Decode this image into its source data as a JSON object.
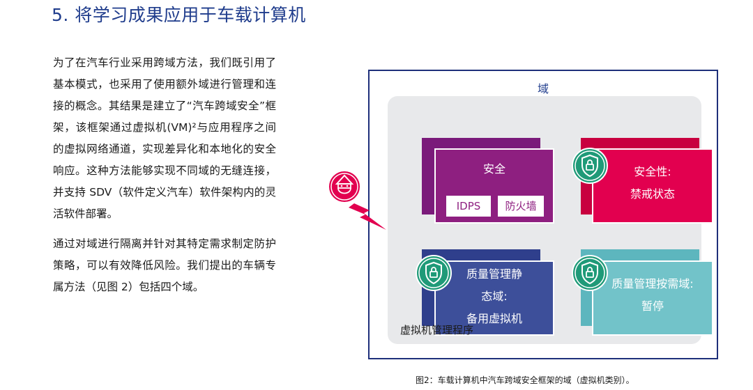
{
  "title": "5. 将学习成果应用于车载计算机",
  "paragraphs": [
    "为了在汽车行业采用跨域方法，我们既引用了基本模式，也采用了使用额外域进行管理和连接的概念。其结果是建立了“汽车跨域安全”框架，该框架通过虚拟机(VM)²与应用程序之间的虚拟网络通道，实现差异化和本地化的安全响应。这种方法能够实现不同域的无缝连接，并支持 SDV（软件定义汽车）软件架构内的灵活软件部署。",
    "通过对域进行隔离并针对其特定需求制定防护策略，可以有效降低风险。我们提出的车辆专属方法（见图 2）包括四个域。"
  ],
  "diagram": {
    "outer_label": "域",
    "hypervisor_label": "虚拟机管理程序",
    "security": {
      "label": "安全",
      "chips": [
        "IDPS",
        "防火墙"
      ]
    },
    "safety": {
      "line1": "安全性:",
      "line2": "禁戒状态"
    },
    "qm_static": {
      "line1": "质量管理静",
      "line2": "态域:",
      "line3": "备用虚拟机"
    },
    "qm_ondemand": {
      "line1": "质量管理按需域:",
      "line2": "暂停"
    },
    "icons": [
      "shield-lock-icon",
      "hacker-attack-icon"
    ],
    "colors": {
      "frame": "#1e2f7a",
      "security": "#8e1f80",
      "safety": "#e2004f",
      "qm_static": "#3d4f9a",
      "qm_ondemand": "#72c3c9",
      "shield": "#1f9a78",
      "attack": "#e2004f"
    }
  },
  "caption": "图2：车载计算机中汽车跨域安全框架的域（虚拟机类别）。"
}
